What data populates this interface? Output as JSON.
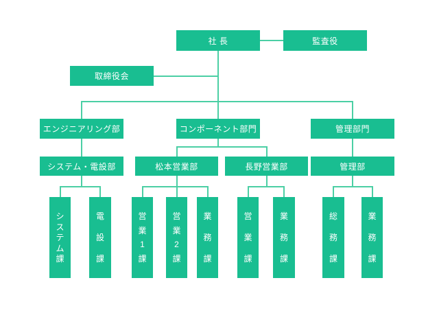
{
  "org_chart": {
    "top": {
      "president": "社 長",
      "auditor": "監査役",
      "board": "取締役会"
    },
    "divisions": [
      {
        "label": "エンジニアリング部",
        "departments": [
          {
            "label": "システム・電設部",
            "sections": [
              "システム課",
              "電設課"
            ]
          }
        ]
      },
      {
        "label": "コンポーネント部門",
        "departments": [
          {
            "label": "松本営業部",
            "sections": [
              "営業1課",
              "営業2課",
              "業務課"
            ]
          },
          {
            "label": "長野営業部",
            "sections": [
              "営業課",
              "業務課"
            ]
          }
        ]
      },
      {
        "label": "管理部門",
        "departments": [
          {
            "label": "管理部",
            "sections": [
              "総務課",
              "業務課"
            ]
          }
        ]
      }
    ]
  },
  "colors": {
    "node_fill": "#19BE91",
    "connector": "#4BCFA4",
    "node_text": "#FFFFFF",
    "background": "#FFFFFF"
  }
}
